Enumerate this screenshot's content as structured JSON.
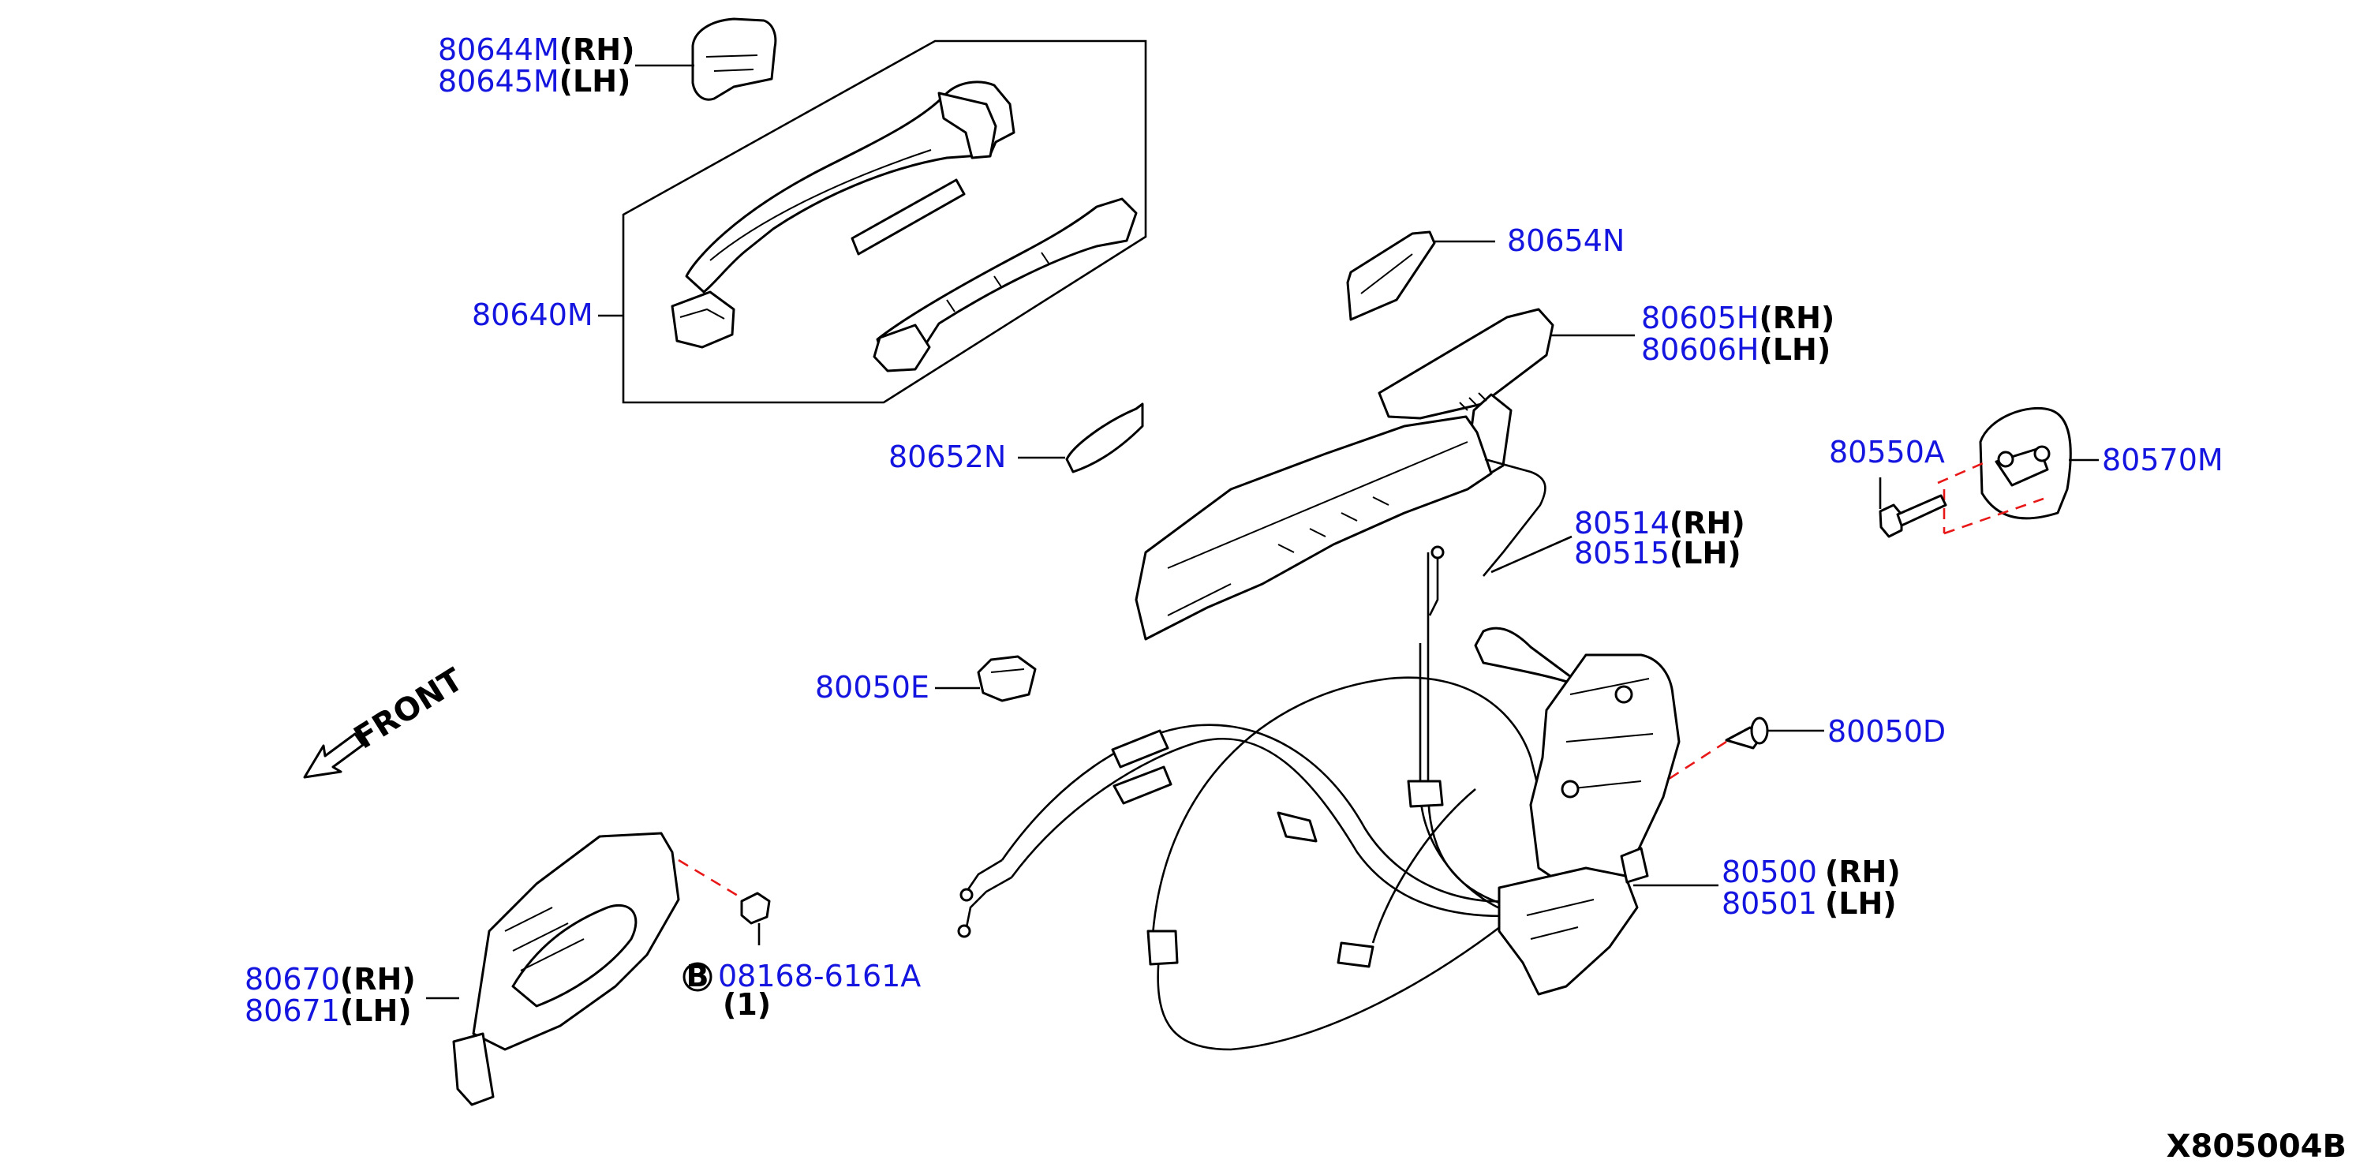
{
  "diagram_id": "X805004B",
  "front_label": "FRONT",
  "labels": {
    "l_80644": {
      "code": "80644M",
      "suffix": "(RH)"
    },
    "l_80645": {
      "code": "80645M",
      "suffix": "(LH)"
    },
    "l_80640": {
      "code": "80640M",
      "suffix": ""
    },
    "l_80654": {
      "code": "80654N",
      "suffix": ""
    },
    "l_80605": {
      "code": "80605H",
      "suffix": "(RH)"
    },
    "l_80606": {
      "code": "80606H",
      "suffix": "(LH)"
    },
    "l_80652": {
      "code": "80652N",
      "suffix": ""
    },
    "l_80550": {
      "code": "80550A",
      "suffix": ""
    },
    "l_80570": {
      "code": "80570M",
      "suffix": ""
    },
    "l_80514": {
      "code": "80514",
      "suffix": "(RH)"
    },
    "l_80515": {
      "code": "80515",
      "suffix": "(LH)"
    },
    "l_80050e": {
      "code": "80050E",
      "suffix": ""
    },
    "l_80050d": {
      "code": "80050D",
      "suffix": ""
    },
    "l_80500": {
      "code": "80500",
      "suffix": "(RH)"
    },
    "l_80501": {
      "code": "80501",
      "suffix": "(LH)"
    },
    "l_80670": {
      "code": "80670",
      "suffix": "(RH)"
    },
    "l_80671": {
      "code": "80671",
      "suffix": "(LH)"
    },
    "l_08168": {
      "code": "08168-6161A",
      "suffix": ""
    }
  },
  "bolt_marker": "B",
  "bolt_qty": "(1)",
  "colors": {
    "part_number": "#1515e0",
    "suffix": "#000000",
    "alignment_dash": "#e81818"
  }
}
